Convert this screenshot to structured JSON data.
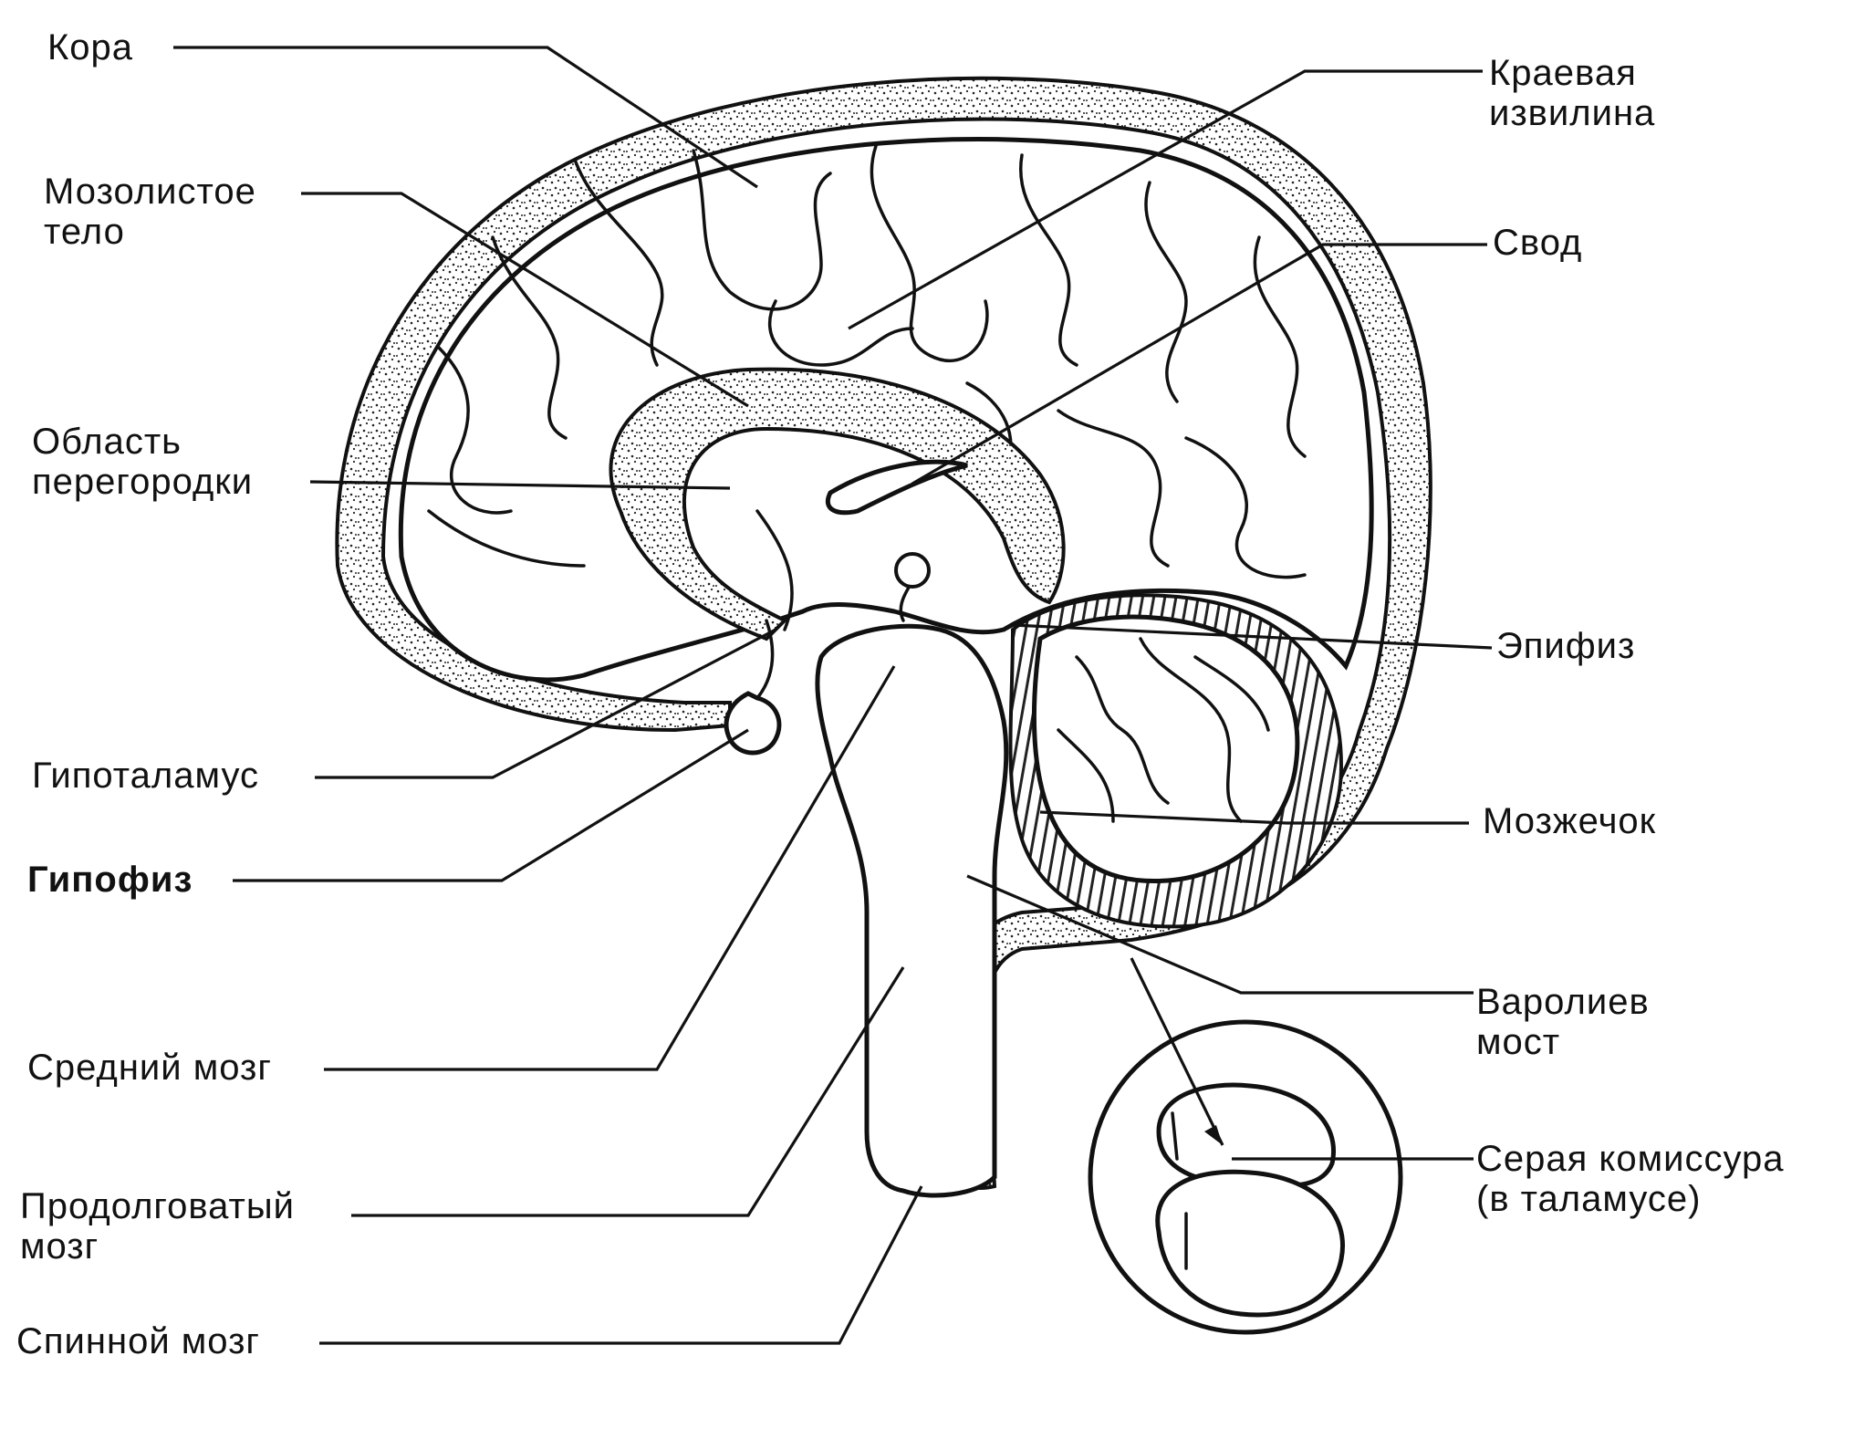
{
  "labels": {
    "kora": "Кора",
    "kraevaya_1": "Краевая",
    "kraevaya_2": "извилина",
    "mozolistoe_1": "Мозолистое",
    "mozolistoe_2": "тело",
    "svod": "Свод",
    "oblast_1": "Область",
    "oblast_2": "перегородки",
    "epifiz": "Эпифиз",
    "gipotalamus": "Гипоталамус",
    "mozzhechok": "Мозжечок",
    "gipofiz": "Гипофиз",
    "varoliev_1": "Варолиев",
    "varoliev_2": "мост",
    "sredniy": "Средний мозг",
    "seraya_1": "Серая комиссура",
    "seraya_2": "(в таламусе)",
    "prodolgovatyi_1": "Продолговатый",
    "prodolgovatyi_2": "мозг",
    "spinnoy": "Спинной мозг"
  }
}
